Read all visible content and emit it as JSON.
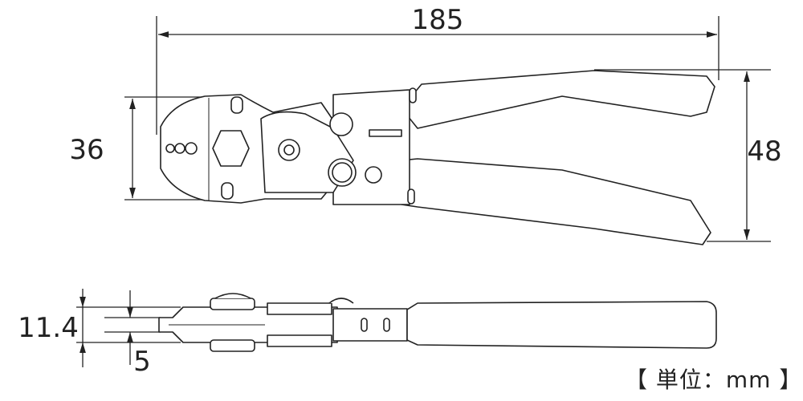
{
  "title": "Crimping plier dimension drawing",
  "dimensions": {
    "overall_length": "185",
    "jaw_height": "36",
    "handle_spread": "48",
    "thickness": "11.4",
    "jaw_thickness": "5"
  },
  "unit_label": "【 単位：mm 】"
}
